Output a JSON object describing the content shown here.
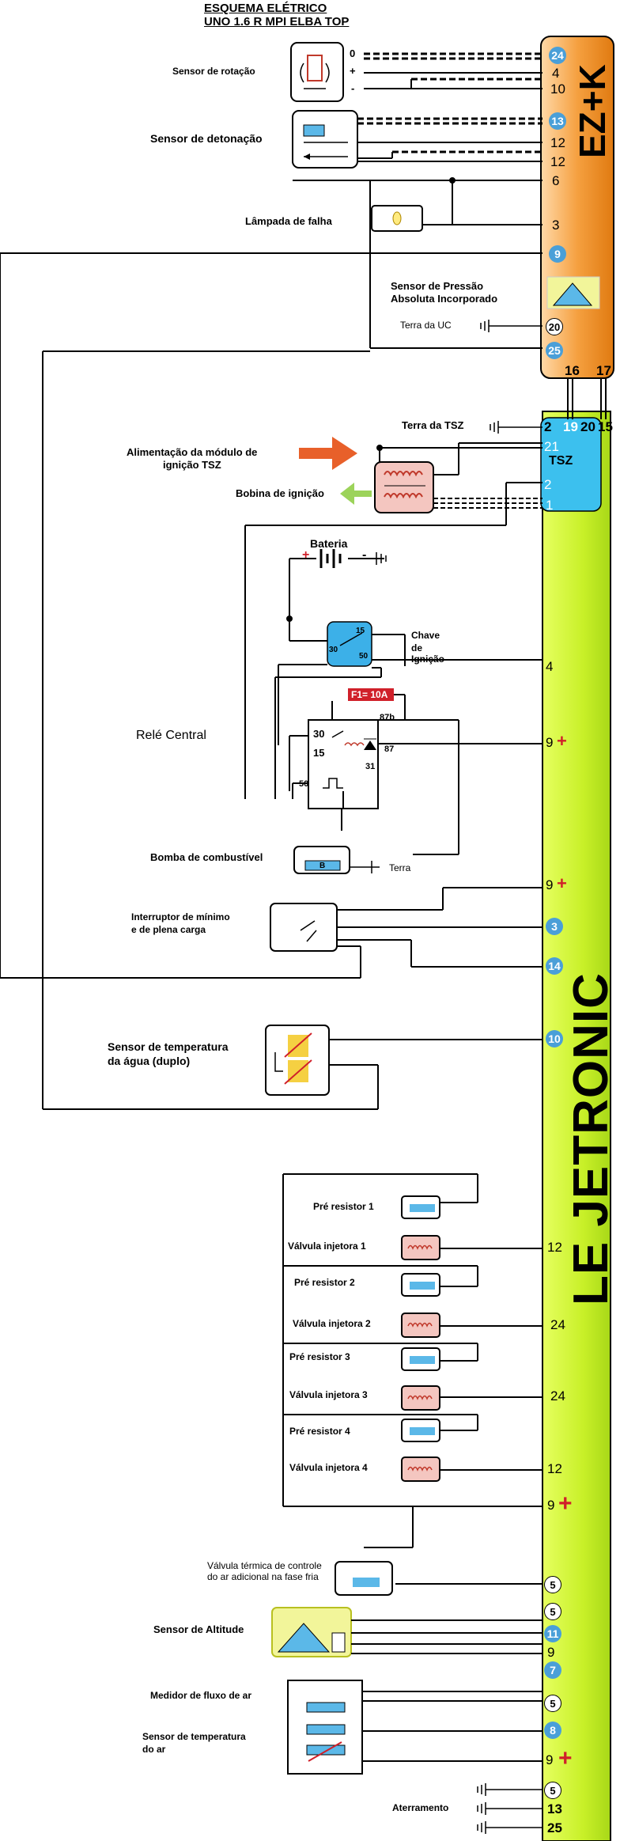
{
  "title": {
    "line1": "ESQUEMA ELÉTRICO",
    "line2": "UNO 1.6 R MPI  ELBA TOP"
  },
  "ezk": {
    "label": "EZ+K",
    "pins": [
      "24",
      "4",
      "10",
      "13",
      "12",
      "12",
      "6",
      "3",
      "9",
      "20",
      "25",
      "16",
      "17"
    ]
  },
  "tsz": {
    "label": "TSZ",
    "pins": [
      "2",
      "19",
      "20",
      "15",
      "21",
      "2",
      "1"
    ]
  },
  "jetronic": {
    "label": "LE JETRONIC",
    "pins": [
      "4",
      "9",
      "9",
      "3",
      "14",
      "10",
      "12",
      "24",
      "24",
      "12",
      "9",
      "5",
      "5",
      "11",
      "9",
      "7",
      "5",
      "8",
      "9",
      "5",
      "13",
      "25"
    ]
  },
  "components": {
    "sensor_rotacao": "Sensor de rotação",
    "rotacao_pins": [
      "0",
      "+",
      "-"
    ],
    "sensor_detonacao": "Sensor de detonação",
    "lampada_falha": "Lâmpada de falha",
    "sensor_pressao_1": "Sensor de Pressão",
    "sensor_pressao_2": "Absoluta Incorporado",
    "terra_uc": "Terra da UC",
    "terra_tsz": "Terra da TSZ",
    "alim_1": "Alimentação da módulo de",
    "alim_2": "ignição TSZ",
    "bobina": "Bobina de ignição",
    "bateria": "Bateria",
    "bat_plus": "+",
    "bat_minus": "-",
    "chave_1": "Chave",
    "chave_2": "de",
    "chave_3": "Ignição",
    "chave_pins": [
      "15",
      "30",
      "50"
    ],
    "fusivel": "F1= 10A",
    "rele": "Relé Central",
    "rele_pins": [
      "30",
      "15",
      "87b",
      "87",
      "31",
      "50"
    ],
    "bomba": "Bomba de combustível",
    "bomba_letter": "B",
    "terra": "Terra",
    "interruptor_1": "Interruptor de mínimo",
    "interruptor_2": "e de plena carga",
    "temp_agua_1": "Sensor de temperatura",
    "temp_agua_2": "da água (duplo)",
    "pre1": "Pré resistor 1",
    "inj1": "Válvula injetora 1",
    "pre2": "Pré resistor 2",
    "inj2": "Válvula injetora 2",
    "pre3": "Pré resistor 3",
    "inj3": "Válvula injetora 3",
    "pre4": "Pré resistor 4",
    "inj4": "Válvula injetora 4",
    "valv_term_1": "Válvula térmica de controle",
    "valv_term_2": "do ar adicional na fase fria",
    "altitude": "Sensor de Altitude",
    "medidor": "Medidor de fluxo de ar",
    "temp_ar_1": "Sensor de temperatura",
    "temp_ar_2": "do ar",
    "aterramento": "Aterramento"
  },
  "colors": {
    "ezk_module": "#f5a040",
    "tsz_module": "#3cc0ee",
    "jetronic_bar": "#c8f028",
    "pin_badge": "#4a9fd8",
    "arrow": "#e8602a",
    "component_blue": "#5bb8e8",
    "coil_pink": "#f4c6c0",
    "plus_red": "#d0202a",
    "altitude_bg": "#f2f59a"
  }
}
